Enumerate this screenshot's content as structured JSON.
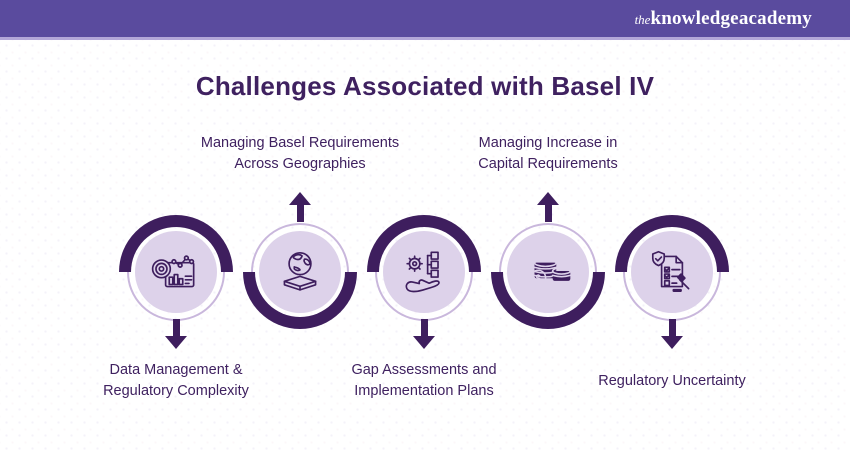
{
  "header": {
    "logo_the": "the",
    "logo_knowledge": "knowledge",
    "logo_academy": "academy"
  },
  "title": "Challenges Associated with Basel IV",
  "colors": {
    "header_purple": "#5a4b9e",
    "accent_strip": "#b3a7d8",
    "dark_purple": "#3e1e5e",
    "text_purple": "#3f2160",
    "disc_lavender": "#ddd2ea",
    "ring_lavender": "#c9b7dc"
  },
  "items": [
    {
      "icon": "analytics-chart-icon",
      "direction": "down",
      "lines": [
        "Data Management &",
        "Regulatory Complexity"
      ]
    },
    {
      "icon": "globe-book-icon",
      "direction": "up",
      "lines": [
        "Managing Basel Requirements",
        "Across Geographies"
      ]
    },
    {
      "icon": "process-hand-icon",
      "direction": "down",
      "lines": [
        "Gap Assessments and",
        "Implementation Plans"
      ]
    },
    {
      "icon": "coins-icon",
      "direction": "up",
      "lines": [
        "Managing Increase in",
        "Capital Requirements"
      ]
    },
    {
      "icon": "checklist-gavel-icon",
      "direction": "down",
      "lines": [
        "Regulatory Uncertainty"
      ]
    }
  ]
}
